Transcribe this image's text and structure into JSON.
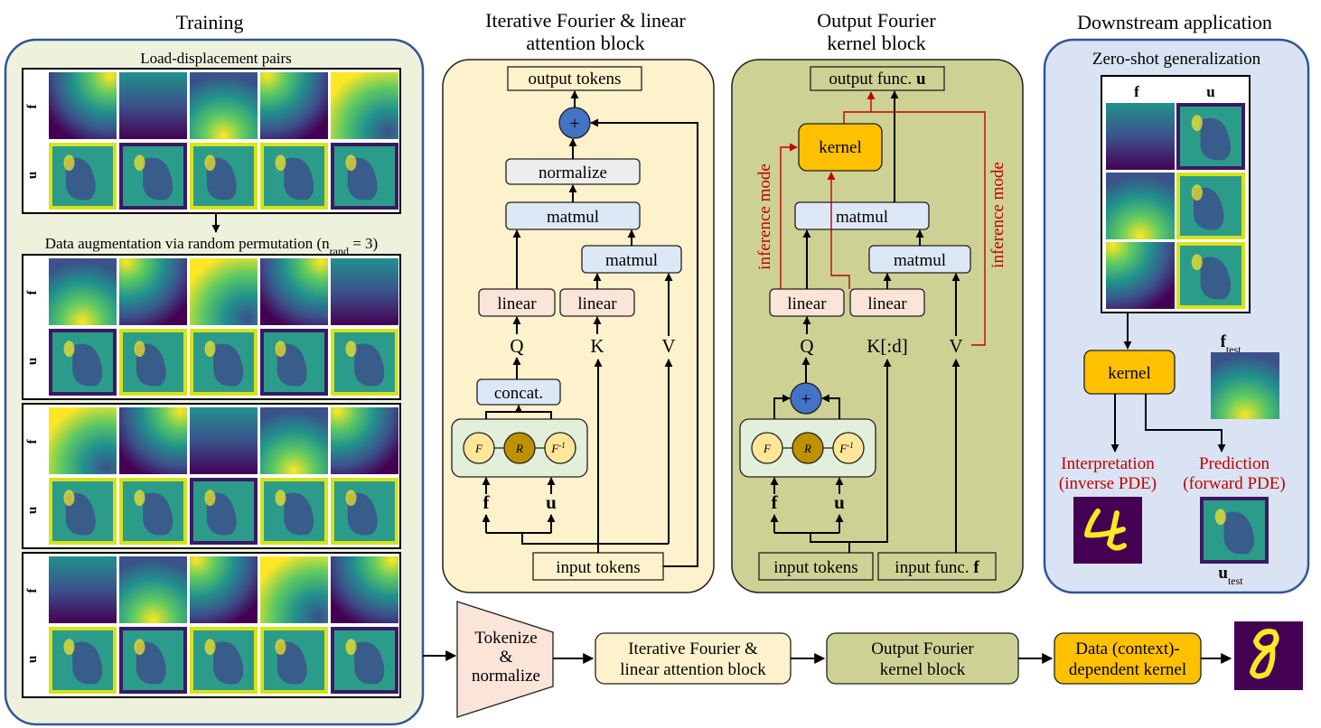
{
  "training": {
    "title": "Training",
    "pairs_label": "Load-displacement pairs",
    "augmentation_label": "Data augmentation via random permutation (n",
    "augmentation_sub": "rand",
    "augmentation_suffix": " = 3)",
    "row_f": "f",
    "row_u": "u"
  },
  "iterative_block": {
    "title_line1": "Iterative Fourier & linear",
    "title_line2": "attention block",
    "output_tokens": "output tokens",
    "plus": "+",
    "normalize": "normalize",
    "matmul_top": "matmul",
    "matmul_right": "matmul",
    "linear_q": "linear",
    "linear_k": "linear",
    "q": "Q",
    "k": "K",
    "v": "V",
    "concat": "concat.",
    "fourier_f": "F",
    "fourier_r": "R",
    "fourier_finv": "F",
    "fourier_finv_sup": "-1",
    "f": "f",
    "u": "u",
    "input_tokens": "input tokens"
  },
  "output_block": {
    "title_line1": "Output Fourier",
    "title_line2": "kernel block",
    "output_func": "output func. ",
    "output_func_bold": "u",
    "kernel": "kernel",
    "inference_left": "inference mode",
    "inference_right": "inference mode",
    "matmul_top": "matmul",
    "matmul_right": "matmul",
    "linear_q": "linear",
    "linear_k": "linear",
    "q": "Q",
    "k": "K[:d]",
    "v": "V",
    "plus": "+",
    "fourier_f": "F",
    "fourier_r": "R",
    "fourier_finv": "F",
    "fourier_finv_sup": "-1",
    "f": "f",
    "u": "u",
    "input_tokens": "input tokens",
    "input_func": "input func. ",
    "input_func_bold": "f"
  },
  "downstream": {
    "title": "Downstream application",
    "zero_shot": "Zero-shot generalization",
    "col_f": "f",
    "col_u": "u",
    "kernel": "kernel",
    "f_test": "f",
    "f_test_sub": "test",
    "interp_line1": "Interpretation",
    "interp_line2": "(inverse PDE)",
    "pred_line1": "Prediction",
    "pred_line2": "(forward PDE)",
    "u_test": "u",
    "u_test_sub": "test"
  },
  "pipeline": {
    "tokenize_line1": "Tokenize",
    "tokenize_line2": "&",
    "tokenize_line3": "normalize",
    "iter_line1": "Iterative Fourier &",
    "iter_line2": "linear attention block",
    "out_line1": "Output Fourier",
    "out_line2": "kernel block",
    "kernel_line1": "Data (context)-",
    "kernel_line2": "dependent kernel"
  },
  "colors": {
    "training_bg": "#eef1dc",
    "panel_border": "#2f5597",
    "iter_bg": "#fef2cc",
    "output_bg": "#cdd294",
    "downstream_bg": "#dae3f3",
    "box_blue": "#dde8f6",
    "box_pink": "#fbe4d8",
    "box_grey": "#ededed",
    "kernel_orange": "#ffc000",
    "plus_blue": "#4472c4",
    "fourier_light": "#ffe699",
    "fourier_dark": "#bf9000",
    "fourier_group": "#e2efda",
    "tokenize": "#fbe4d8",
    "red": "#c00000"
  }
}
